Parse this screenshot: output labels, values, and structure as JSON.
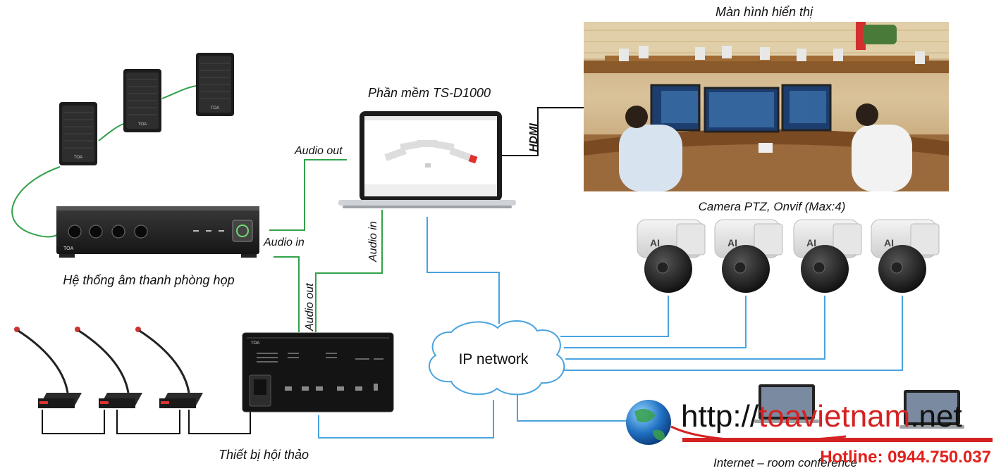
{
  "labels": {
    "display_title": "Màn hình hiển thị",
    "software_title": "Phần mềm TS-D1000",
    "camera_title": "Camera PTZ, Onvif (Max:4)",
    "audio_system": "Hệ thống âm thanh phòng họp",
    "conference_devices": "Thiết bị hội thảo",
    "ip_network": "IP network",
    "internet": "Internet – room conference",
    "hdmi": "HDMI",
    "audio_out_laptop": "Audio out",
    "audio_in_amp": "Audio in",
    "audio_in_laptop": "Audio in",
    "audio_out_unit": "Audio out"
  },
  "watermark": {
    "url_prefix": "http://",
    "url_brand": "toavietnam",
    "url_suffix": ".net",
    "hotline": "Hotline: 0944.750.037"
  },
  "devices": {
    "speaker_brand": "TOA",
    "amp_brand": "TOA",
    "unit_brand": "TOA",
    "camera_logo": "AI"
  },
  "colors": {
    "audio_line": "#33a14b",
    "network_line": "#4aa3df",
    "wire": "#111111",
    "hotline": "#e0201c",
    "url_brand": "#d42222"
  }
}
